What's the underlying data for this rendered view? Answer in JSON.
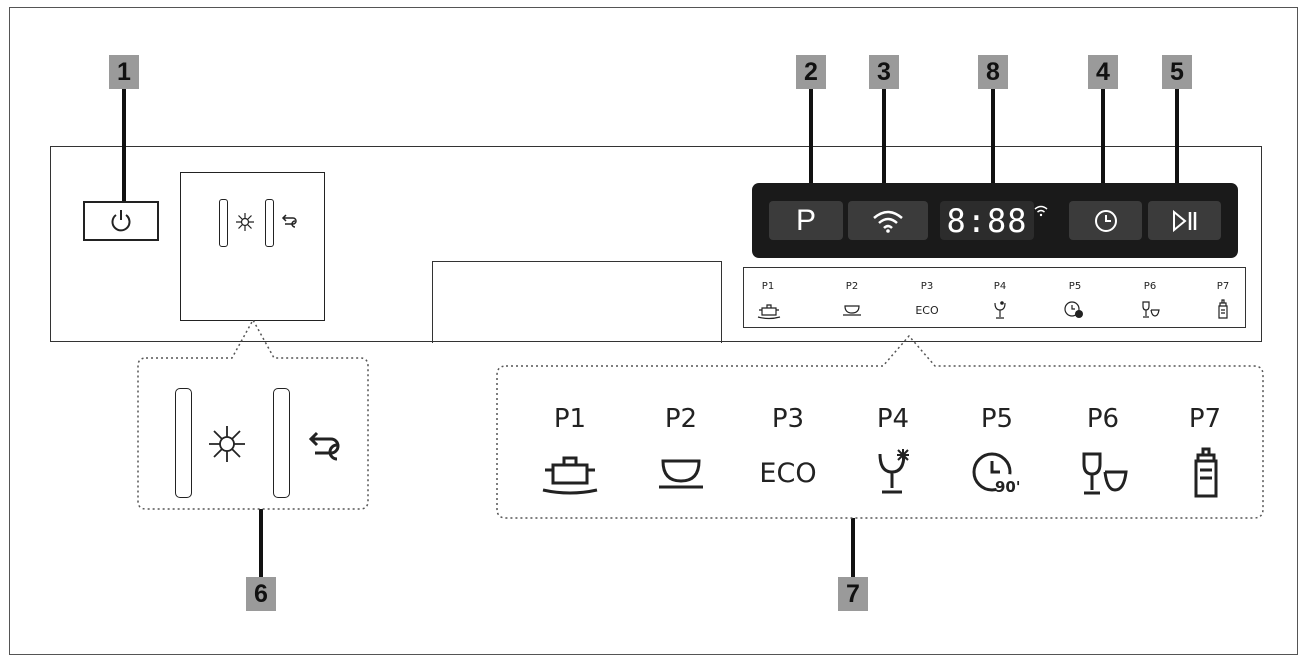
{
  "callouts": [
    "1",
    "2",
    "3",
    "8",
    "4",
    "5",
    "6",
    "7"
  ],
  "display": {
    "program_button": "P",
    "digits": "8:88"
  },
  "programs": [
    {
      "label": "P1",
      "icon": "pot-icon"
    },
    {
      "label": "P2",
      "icon": "bowl-icon"
    },
    {
      "label": "P3",
      "icon_text": "ECO"
    },
    {
      "label": "P4",
      "icon": "glass-stain-icon"
    },
    {
      "label": "P5",
      "icon": "clock-90-icon",
      "icon_text": "90'"
    },
    {
      "label": "P6",
      "icon": "glass-cup-icon"
    },
    {
      "label": "P7",
      "icon": "baby-bottle-icon"
    }
  ],
  "indicators": {
    "icons": [
      "rinse-aid-sun-icon",
      "salt-arrows-icon"
    ]
  }
}
